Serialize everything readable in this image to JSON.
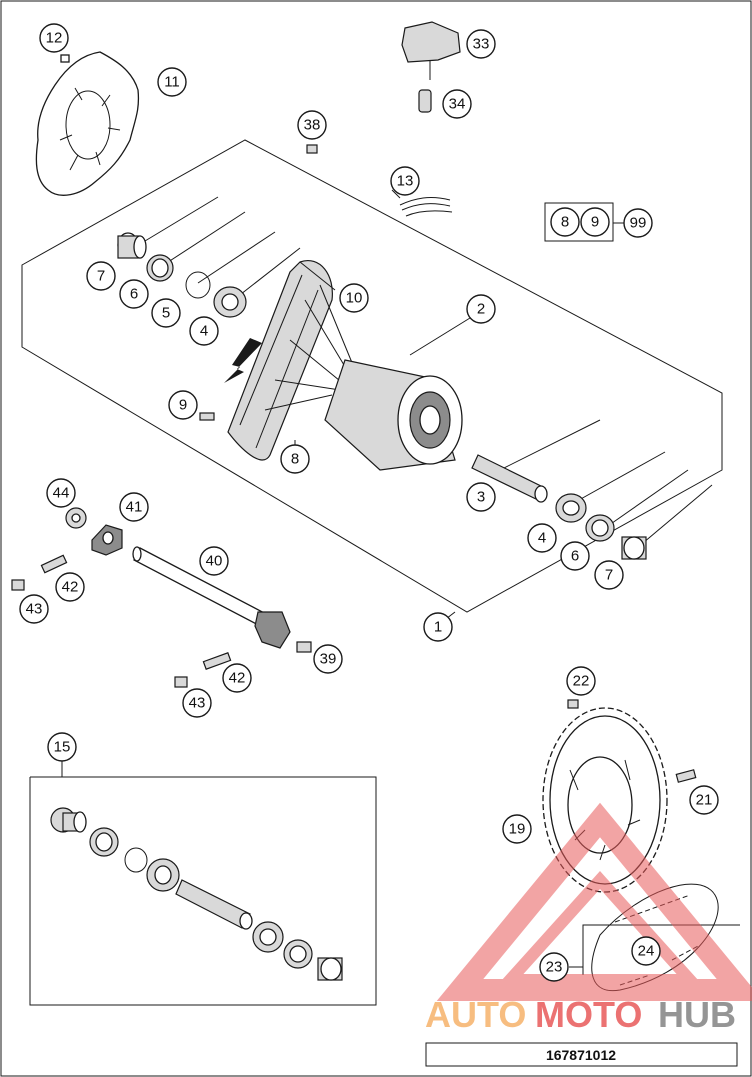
{
  "diagram": {
    "part_number": "167871012",
    "watermark": {
      "part1": "AUTO",
      "part2": "MOTO",
      "part3": "HUB"
    },
    "callouts": {
      "c12": "12",
      "c11": "11",
      "c33": "33",
      "c34": "34",
      "c38": "38",
      "c13": "13",
      "c99a": "8",
      "c99b": "9",
      "c99": "99",
      "c7a": "7",
      "c6a": "6",
      "c5": "5",
      "c4a": "4",
      "c10": "10",
      "c2": "2",
      "c9": "9",
      "c8": "8",
      "c3": "3",
      "c4b": "4",
      "c6b": "6",
      "c7b": "7",
      "c44": "44",
      "c41": "41",
      "c40": "40",
      "c42a": "42",
      "c43a": "43",
      "c1": "1",
      "c39": "39",
      "c42b": "42",
      "c43b": "43",
      "c22": "22",
      "c15": "15",
      "c21": "21",
      "c19": "19",
      "c24": "24",
      "c23": "23"
    }
  }
}
